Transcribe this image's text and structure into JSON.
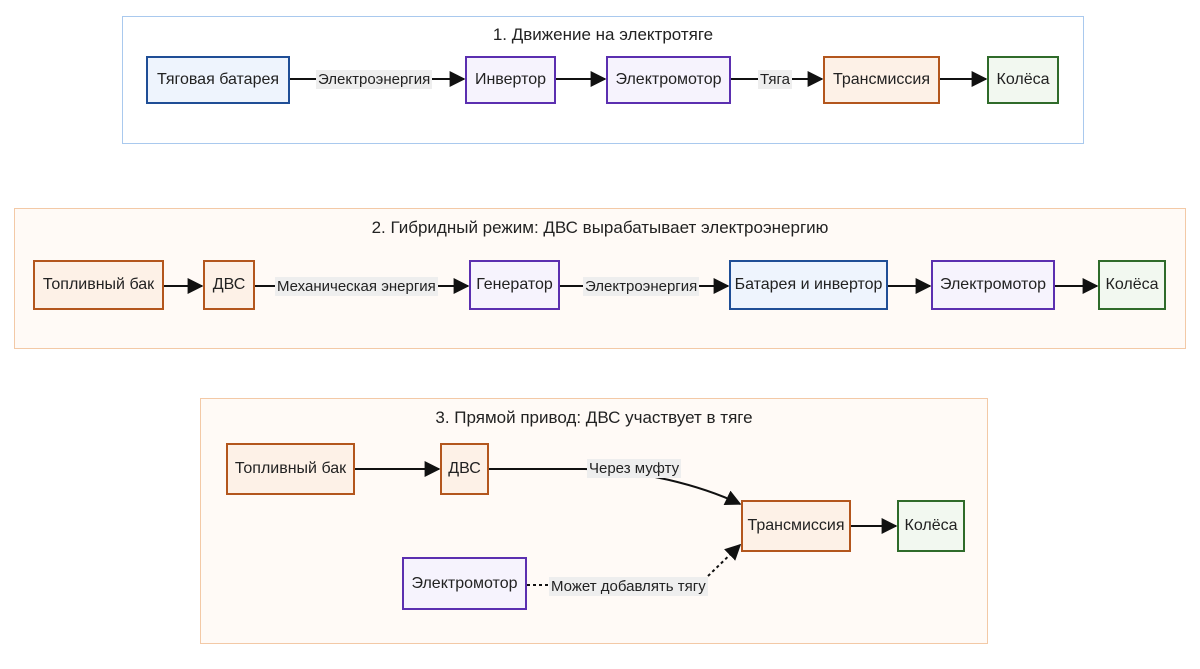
{
  "groups": [
    {
      "title": "1. Движение на электротяге",
      "nodes": [
        {
          "label": "Тяговая батарея"
        },
        {
          "label": "Инвертор"
        },
        {
          "label": "Электромотор"
        },
        {
          "label": "Трансмиссия"
        },
        {
          "label": "Колёса"
        }
      ],
      "edge_labels": [
        "Электроэнергия",
        "Тяга"
      ]
    },
    {
      "title": "2. Гибридный режим: ДВС вырабатывает электроэнергию",
      "nodes": [
        {
          "label": "Топливный бак"
        },
        {
          "label": "ДВС"
        },
        {
          "label": "Генератор"
        },
        {
          "label": "Батарея и инвертор"
        },
        {
          "label": "Электромотор"
        },
        {
          "label": "Колёса"
        }
      ],
      "edge_labels": [
        "Механическая энергия",
        "Электроэнергия"
      ]
    },
    {
      "title": "3. Прямой привод: ДВС участвует в тяге",
      "nodes": [
        {
          "label": "Топливный бак"
        },
        {
          "label": "ДВС"
        },
        {
          "label": "Трансмиссия"
        },
        {
          "label": "Колёса"
        },
        {
          "label": "Электромотор"
        }
      ],
      "edge_labels": [
        "Через муфту",
        "Может добавлять тягу"
      ]
    }
  ],
  "colors": {
    "battery": "#1f4e96",
    "electric": "#5b2fb0",
    "mechanical": "#b3561d",
    "wheels": "#2f6b2a",
    "edge": "#111111"
  }
}
